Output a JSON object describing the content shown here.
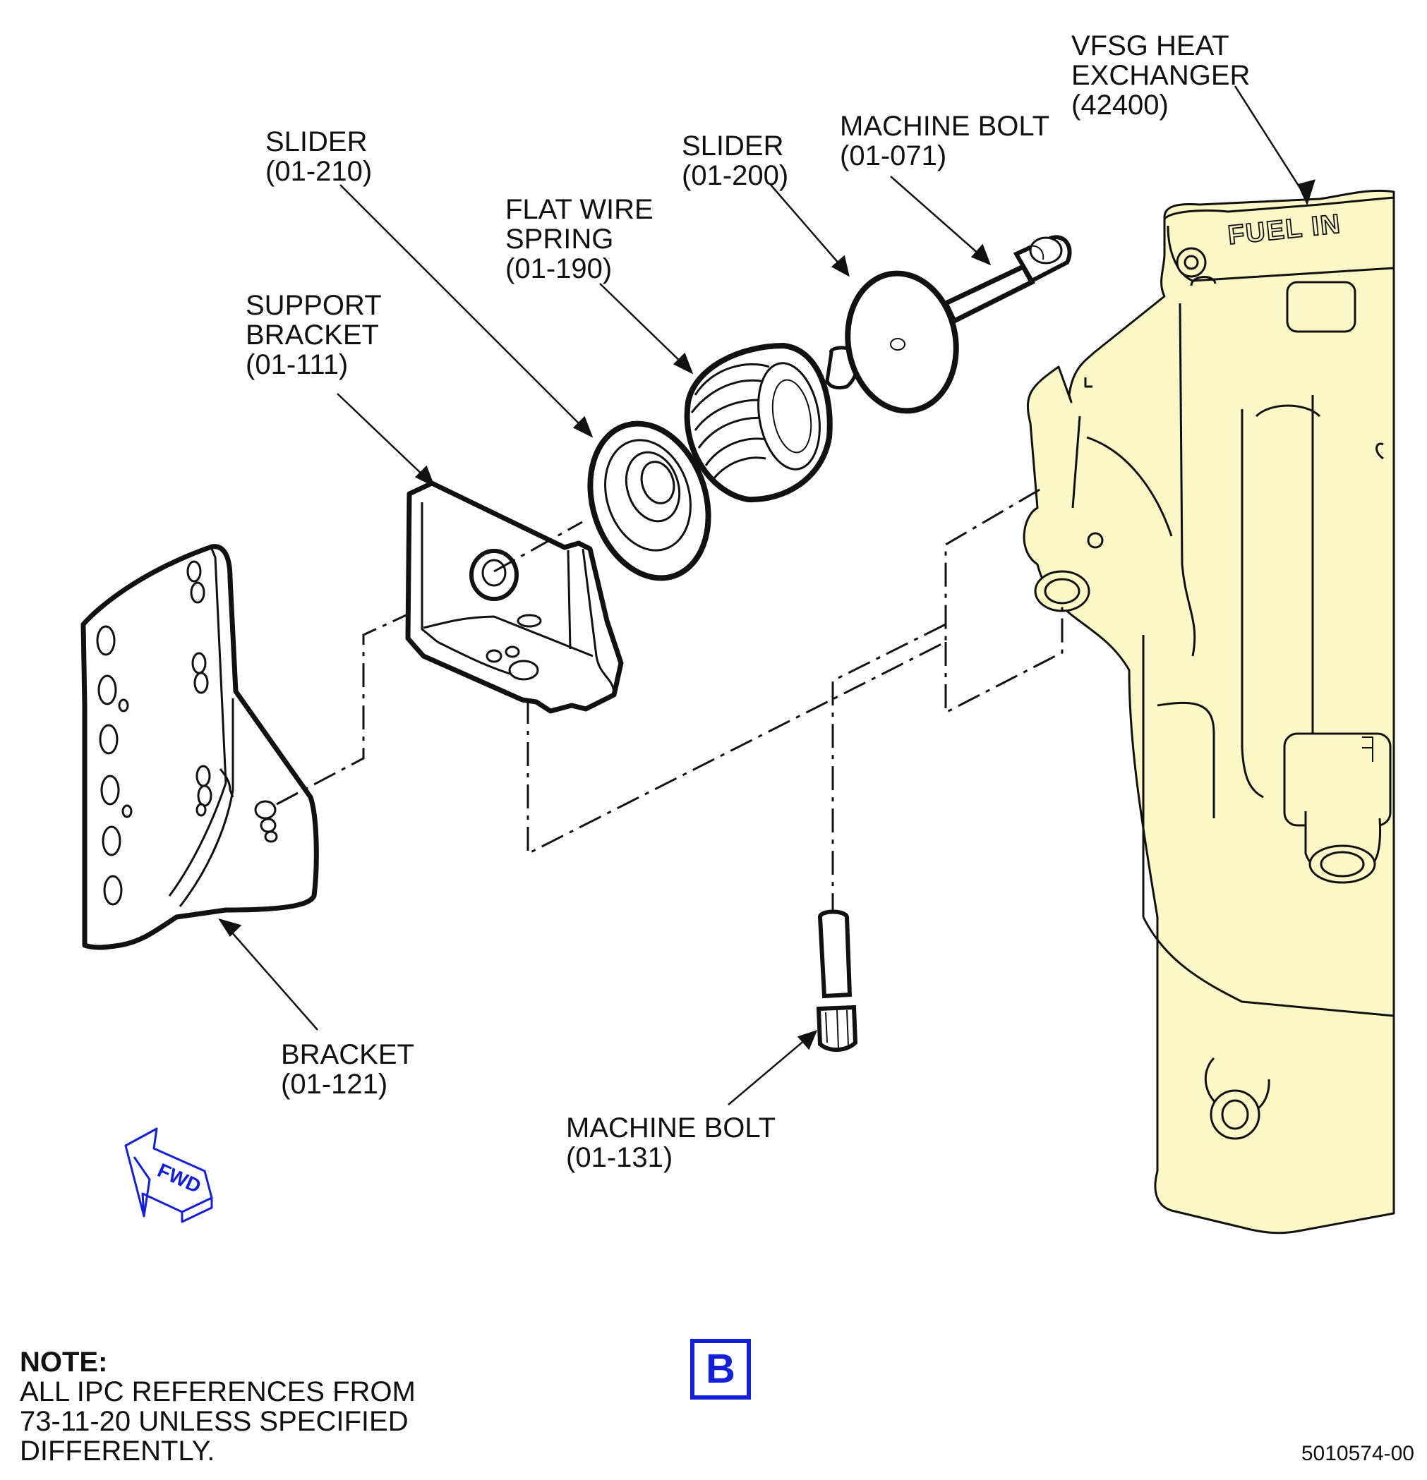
{
  "callouts": {
    "heat_exchanger": {
      "lines": [
        "VFSG HEAT",
        "EXCHANGER",
        "(42400)"
      ]
    },
    "machine_bolt_071": {
      "lines": [
        "MACHINE BOLT",
        "(01-071)"
      ]
    },
    "slider_200": {
      "lines": [
        "SLIDER",
        "(01-200)"
      ]
    },
    "slider_210": {
      "lines": [
        "SLIDER",
        "(01-210)"
      ]
    },
    "flat_wire_spring": {
      "lines": [
        "FLAT WIRE",
        "SPRING",
        "(01-190)"
      ]
    },
    "support_bracket": {
      "lines": [
        "SUPPORT",
        "BRACKET",
        "(01-111)"
      ]
    },
    "bracket": {
      "lines": [
        "BRACKET",
        "(01-121)"
      ]
    },
    "machine_bolt_131": {
      "lines": [
        "MACHINE BOLT",
        "(01-131)"
      ]
    }
  },
  "housing_marking": "FUEL IN",
  "fwd_arrow_label": "FWD",
  "view_label": "B",
  "note": {
    "heading": "NOTE:",
    "lines": [
      "ALL IPC REFERENCES FROM",
      "73-11-20 UNLESS SPECIFIED",
      "DIFFERENTLY."
    ]
  },
  "drawing_number": "5010574-00",
  "colors": {
    "housing_fill": "#fbf8c8",
    "line": "#111111",
    "view_marker": "#1420d8"
  }
}
